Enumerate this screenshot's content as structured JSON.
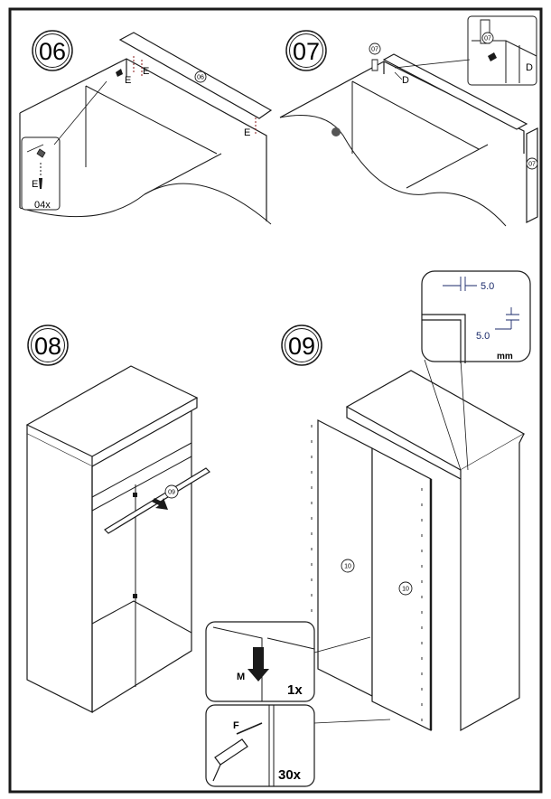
{
  "steps": [
    {
      "number": "06",
      "part": "06",
      "fastener": "E",
      "quantity": "04x"
    },
    {
      "number": "07",
      "part": "07",
      "fastener": "D"
    },
    {
      "number": "08",
      "part": "09"
    },
    {
      "number": "09",
      "door_part": "10",
      "dim_horizontal": "5.0",
      "dim_vertical": "5.0",
      "unit": "mm",
      "hinge_tool": "M",
      "hinge_quantity": "1x",
      "nail": "F",
      "nail_quantity": "30x"
    }
  ],
  "colors": {
    "line": "#1a1a1a",
    "dimension": "#1a2a6a",
    "fastener_label": "#8b1a1a"
  }
}
